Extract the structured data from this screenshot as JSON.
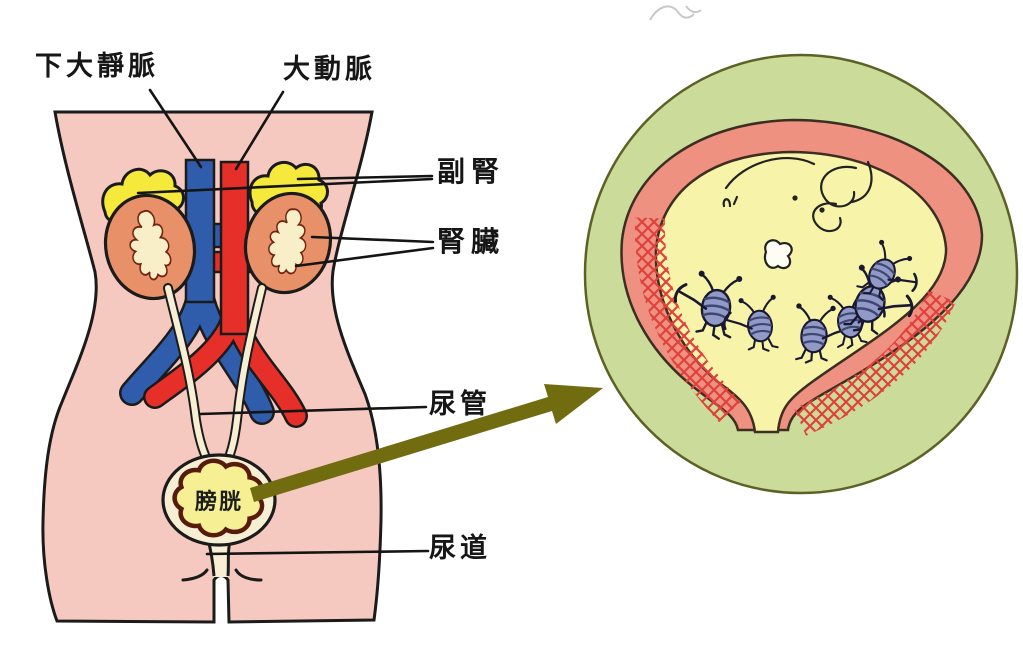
{
  "figure": {
    "type": "anatomical-diagram",
    "subject": "human urinary system with magnified bladder infection view"
  },
  "labels": {
    "inferior_vena_cava": "下大靜脈",
    "aorta": "大動脈",
    "adrenal_gland": "副腎",
    "kidney": "腎臟",
    "ureter": "尿管",
    "bladder": "膀胱",
    "urethra": "尿道"
  },
  "closeup": {
    "germ_count": 6,
    "shows": "bacteria digging at inflamed bladder wall"
  },
  "icons": {
    "magnify_arrow": "arrow from bladder to magnified circle"
  },
  "palette": {
    "body-pink": "#f5c9bf",
    "outline-ink": "#1b1b1b",
    "vein-blue": "#2f5dac",
    "artery-red": "#e52f28",
    "kidney-orange": "#e89067",
    "pelvis-cream": "#f8efc8",
    "adrenal-yellow": "#f5e93c",
    "duct-cream": "#f7efd4",
    "bladder-yellow": "#f7ef93",
    "bladder-wall-dark": "#571b0c",
    "arrow-olive": "#716c10",
    "closeup-green": "#cadb9a",
    "closeup-green-edge": "#5d6126",
    "closeup-ring-pink": "#ee9181",
    "closeup-lumen-yellow": "#f7f3a8",
    "inflammation-red": "#e0413c",
    "germ-purple": "#919ac7",
    "germ-stripe": "#3e4672",
    "doodle-ink": "#222222",
    "faint-scribble": "#c8c8c8"
  }
}
